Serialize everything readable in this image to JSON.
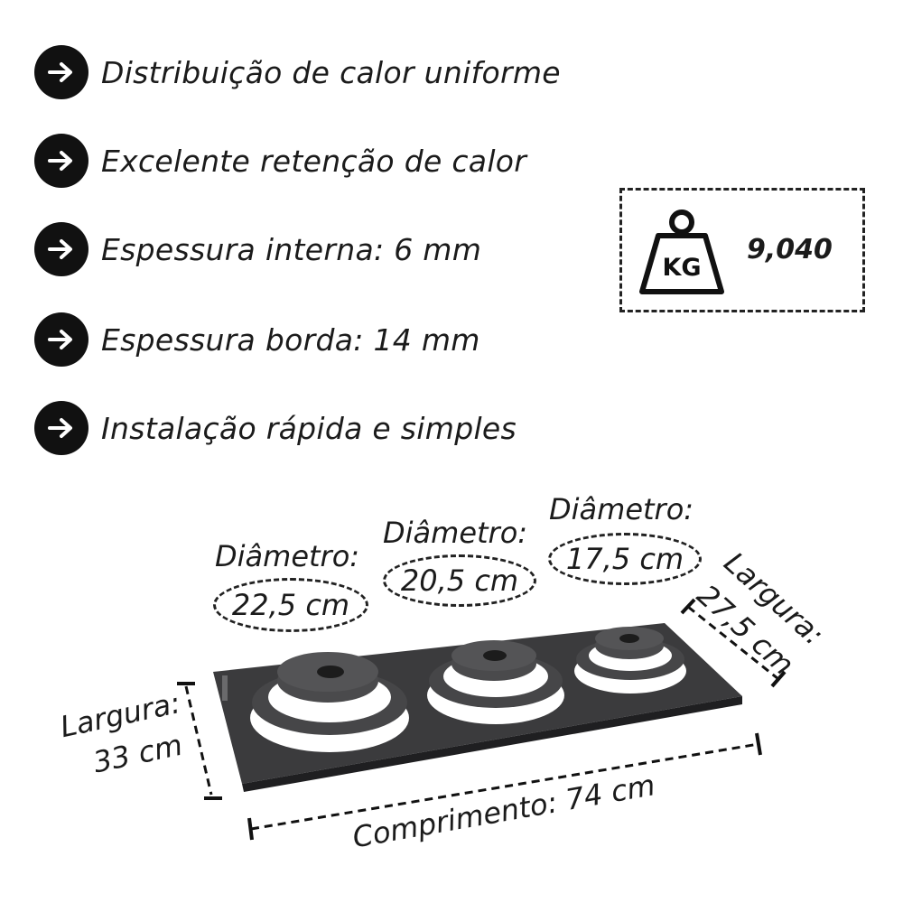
{
  "features": [
    {
      "text": "Distribuição de calor uniforme",
      "icon": "arrow-right-icon"
    },
    {
      "text": "Excelente retenção de calor",
      "icon": "arrow-right-icon"
    },
    {
      "text": "Espessura interna: 6 mm",
      "icon": "arrow-right-icon"
    },
    {
      "text": "Espessura borda: 14 mm",
      "icon": "arrow-right-icon"
    },
    {
      "text": "Instalação rápida e simples",
      "icon": "arrow-right-icon"
    }
  ],
  "weight": {
    "unit": "KG",
    "value": "9,040"
  },
  "burners": [
    {
      "label": "Diâmetro:",
      "value": "22,5 cm"
    },
    {
      "label": "Diâmetro:",
      "value": "20,5 cm"
    },
    {
      "label": "Diâmetro:",
      "value": "17,5 cm"
    }
  ],
  "dimensions": {
    "left_width_label": "Largura:",
    "left_width_value": "33 cm",
    "right_width_label": "Largura:",
    "right_width_value": "27,5 cm",
    "length": "Comprimento: 74 cm"
  },
  "colors": {
    "plate": "#3c3c3e",
    "plate_dark": "#2a2a2c",
    "text": "#1b1b1b"
  }
}
